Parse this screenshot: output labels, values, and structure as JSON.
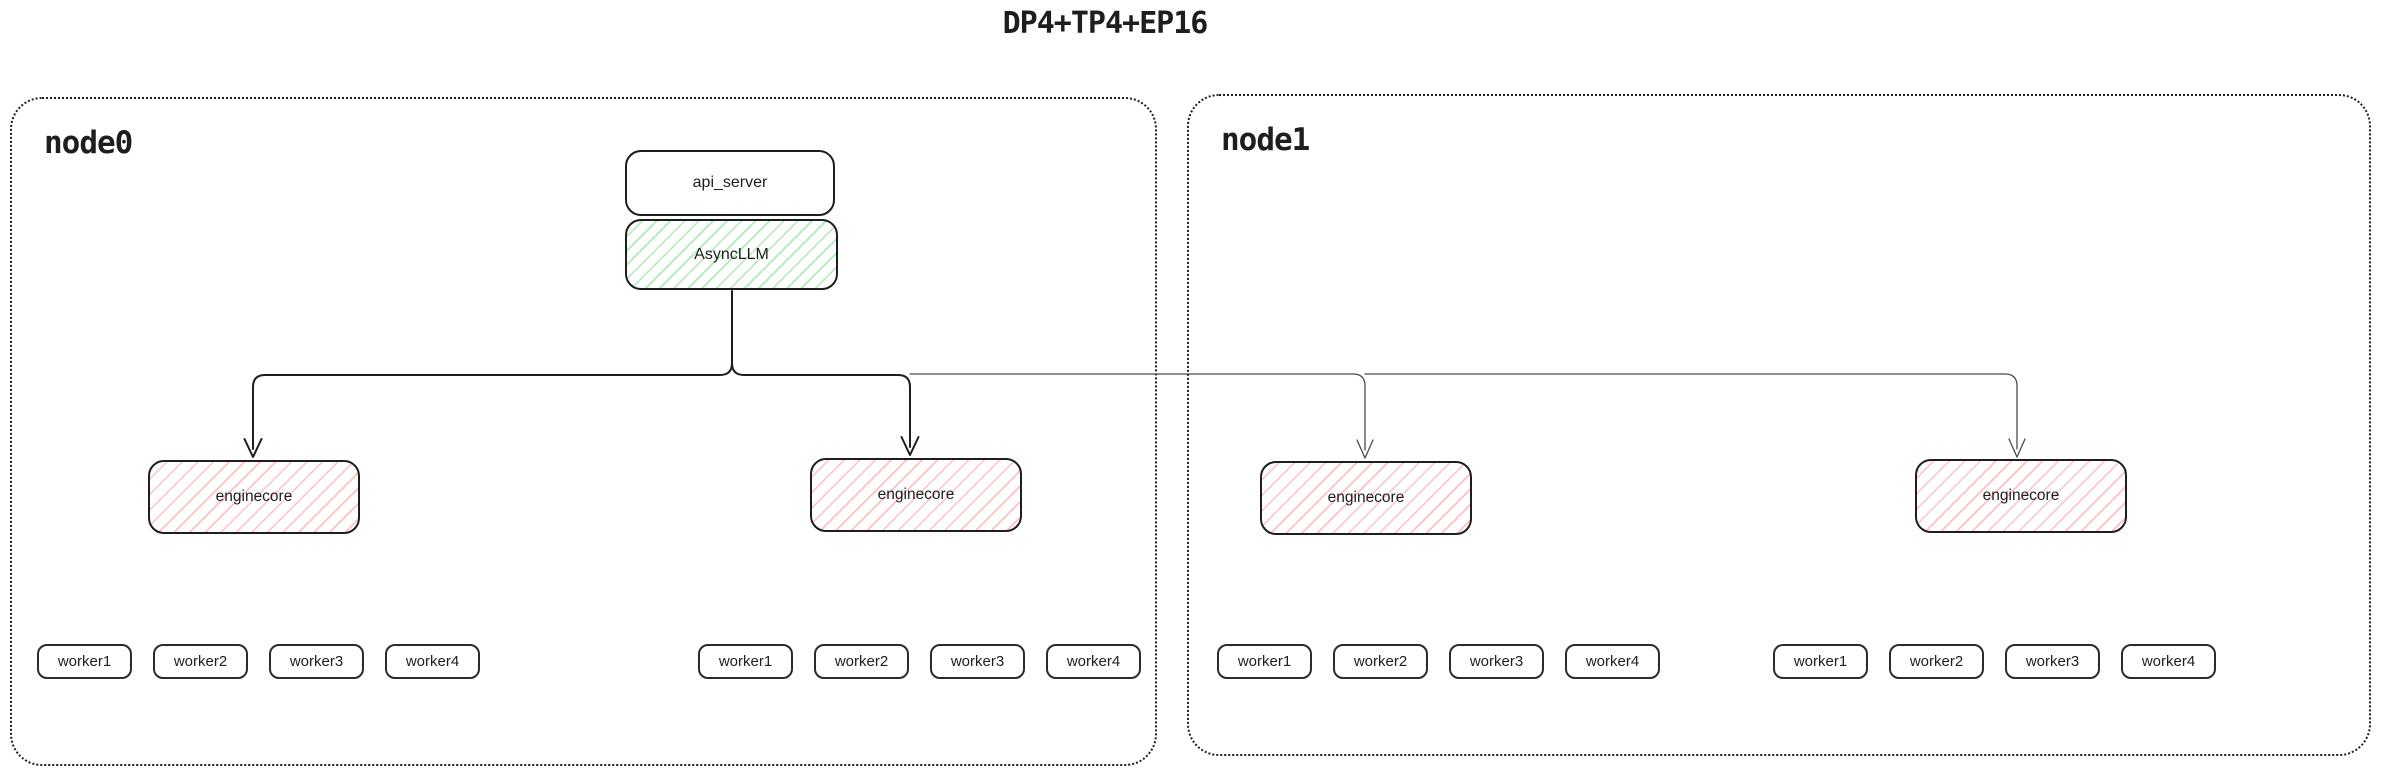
{
  "title": "DP4+TP4+EP16",
  "nodes": [
    {
      "label": "node0"
    },
    {
      "label": "node1"
    }
  ],
  "boxes": {
    "api_server": "api_server",
    "asyncllm": "AsyncLLM",
    "enginecore": "enginecore"
  },
  "workers": [
    "worker1",
    "worker2",
    "worker3",
    "worker4"
  ],
  "colors": {
    "line": "#1e1e1e",
    "thin_line": "#4a4a4a",
    "green_hatch": "#69db7c",
    "red_hatch": "#ff8282"
  }
}
